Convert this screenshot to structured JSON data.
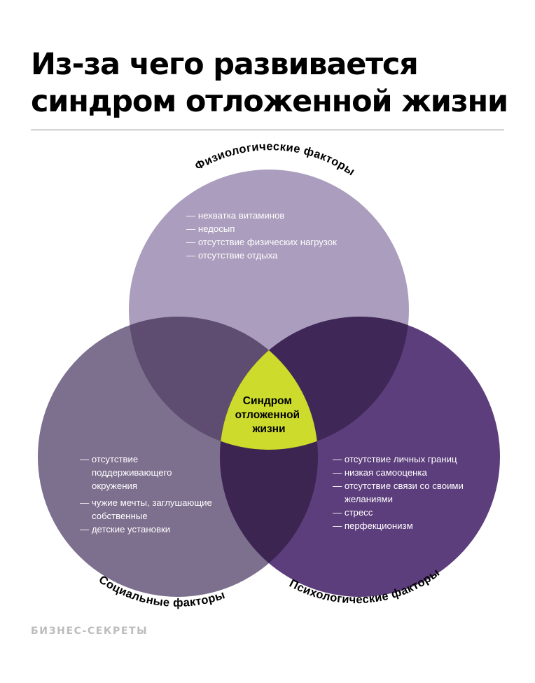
{
  "title": {
    "line1": "Из-за чего развивается",
    "line2": "синдром отложенной жизни"
  },
  "circles": {
    "physiological": {
      "label": "Физиологические факторы",
      "color": "#ab9dbd",
      "items": [
        "— нехватка витаминов",
        "— недосып",
        "— отсутствие физических нагрузок",
        "— отсутствие отдыха"
      ]
    },
    "social": {
      "label": "Социальные факторы",
      "color": "#7d6f8e",
      "items": [
        [
          "— отсутствие",
          "поддерживающего",
          "окружения"
        ],
        [
          "— чужие мечты, заглушающие",
          "собственные"
        ],
        [
          "— детские установки"
        ]
      ]
    },
    "psychological": {
      "label": "Психологические факторы",
      "color": "#5c3e7c",
      "items": [
        [
          "— отсутствие личных границ"
        ],
        [
          "— низкая самооценка"
        ],
        [
          "— отсутствие связи со своими",
          "желаниями"
        ],
        [
          "— стресс"
        ],
        [
          "— перфекционизм"
        ]
      ]
    }
  },
  "overlap_colors": {
    "physiological_social": "#5e4d70",
    "physiological_psychological": "#3f2857",
    "social_psychological": "#3c2550",
    "center": "#ccdb2c"
  },
  "center": {
    "lines": [
      "Синдром",
      "отложенной",
      "жизни"
    ]
  },
  "footer": "БИЗНЕС-СЕКРЕТЫ"
}
